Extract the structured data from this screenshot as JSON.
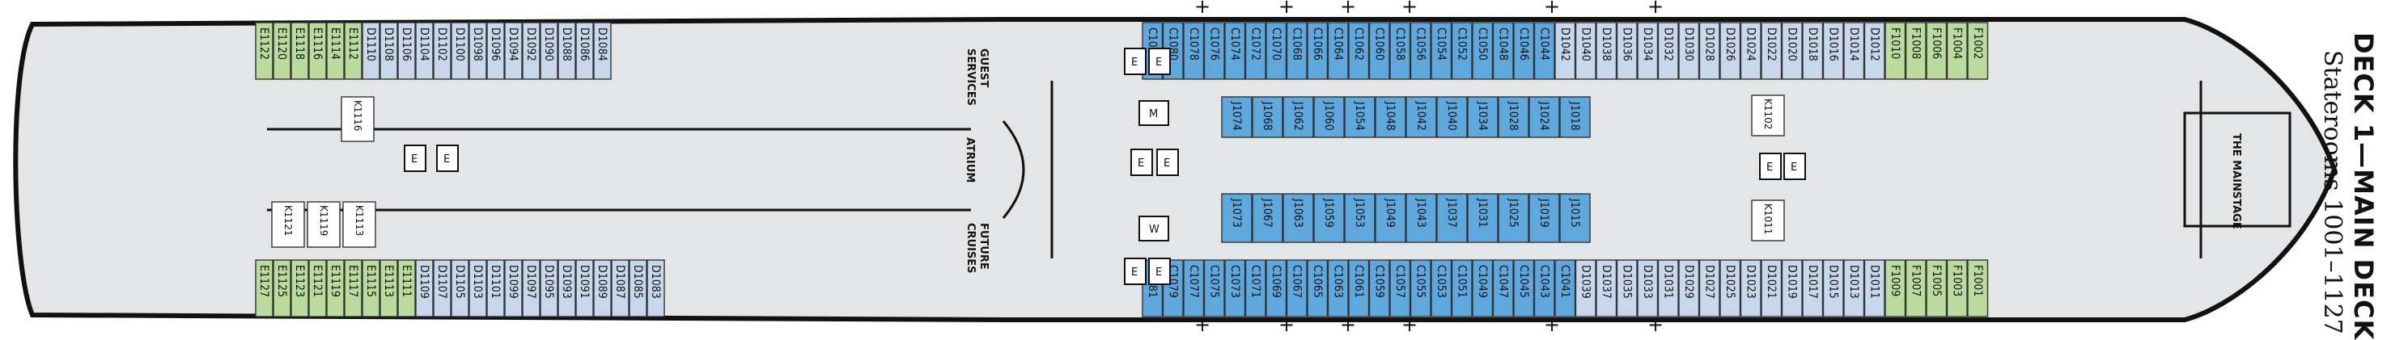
{
  "title": "DECK 1—MAIN DECK",
  "subtitle": "Staterooms 1001–1127",
  "colors": {
    "E": "#b9dc9c",
    "D": "#c8d8ec",
    "C": "#5fa8de",
    "J": "#5fa8de",
    "F": "#b9dc9c",
    "K": "#ffffff"
  },
  "venues": {
    "mainstage": "THE MAINSTAGE",
    "atrium": "ATRIUM",
    "guest_services_1": "GUEST",
    "guest_services_2": "SERVICES",
    "future_cruises_1": "FUTURE",
    "future_cruises_2": "CRUISES"
  },
  "rows": {
    "aft_top": [
      "E1122",
      "E1120",
      "E1118",
      "E1116",
      "E1114",
      "E1112",
      "D1110",
      "D1108",
      "D1106",
      "D1104",
      "D1102",
      "D1100",
      "D1098",
      "D1096",
      "D1094",
      "D1092",
      "D1090",
      "D1088",
      "D1086",
      "D1084"
    ],
    "aft_bottom": [
      "E1127",
      "E1125",
      "E1123",
      "E1121",
      "E1119",
      "E1117",
      "E1115",
      "E1113",
      "E1111",
      "D1109",
      "D1107",
      "D1105",
      "D1103",
      "D1101",
      "D1099",
      "D1097",
      "D1095",
      "D1093",
      "D1091",
      "D1089",
      "D1087",
      "D1085",
      "D1083"
    ],
    "fwd_top": [
      "C1082",
      "C1080",
      "C1078",
      "C1076",
      "C1074",
      "C1072",
      "C1070",
      "C1068",
      "C1066",
      "C1064",
      "C1062",
      "C1060",
      "C1058",
      "C1056",
      "C1054",
      "C1052",
      "C1050",
      "C1048",
      "C1046",
      "C1044",
      "D1042",
      "D1040",
      "D1038",
      "D1036",
      "D1034",
      "D1032",
      "D1030",
      "D1028",
      "D1026",
      "D1024",
      "D1022",
      "D1020",
      "D1018",
      "D1016",
      "D1014",
      "D1012",
      "F1010",
      "F1008",
      "F1006",
      "F1004",
      "F1002"
    ],
    "fwd_bottom": [
      "C1081",
      "C1079",
      "C1077",
      "C1075",
      "C1073",
      "C1071",
      "C1069",
      "C1067",
      "C1065",
      "C1063",
      "C1061",
      "C1059",
      "C1057",
      "C1055",
      "C1053",
      "C1051",
      "C1049",
      "C1047",
      "C1045",
      "C1043",
      "C1041",
      "D1039",
      "D1037",
      "D1035",
      "D1033",
      "D1031",
      "D1029",
      "D1027",
      "D1025",
      "D1023",
      "D1021",
      "D1019",
      "D1017",
      "D1015",
      "D1013",
      "D1011",
      "F1009",
      "F1007",
      "F1005",
      "F1003",
      "F1001"
    ],
    "inner_top": [
      "J1074",
      "J1068",
      "J1062",
      "J1060",
      "J1054",
      "J1048",
      "J1042",
      "J1040",
      "J1034",
      "J1028",
      "J1024",
      "J1018"
    ],
    "inner_bottom": [
      "J1073",
      "J1067",
      "J1063",
      "J1059",
      "J1053",
      "J1049",
      "J1043",
      "J1037",
      "J1031",
      "J1025",
      "J1019",
      "J1015"
    ]
  },
  "inside_k": {
    "aft_center": "K1116",
    "aft_lower": [
      "K1121",
      "K1119",
      "K1113"
    ],
    "fwd_top": "K1102",
    "fwd_bottom": "K1011"
  },
  "elevator_label": "E",
  "service_labels": [
    "M",
    "W"
  ],
  "accessibility_marks": [
    "+",
    "+",
    "+",
    "+",
    "+",
    "+",
    "+",
    "+",
    "+",
    "+",
    "+",
    "+"
  ]
}
